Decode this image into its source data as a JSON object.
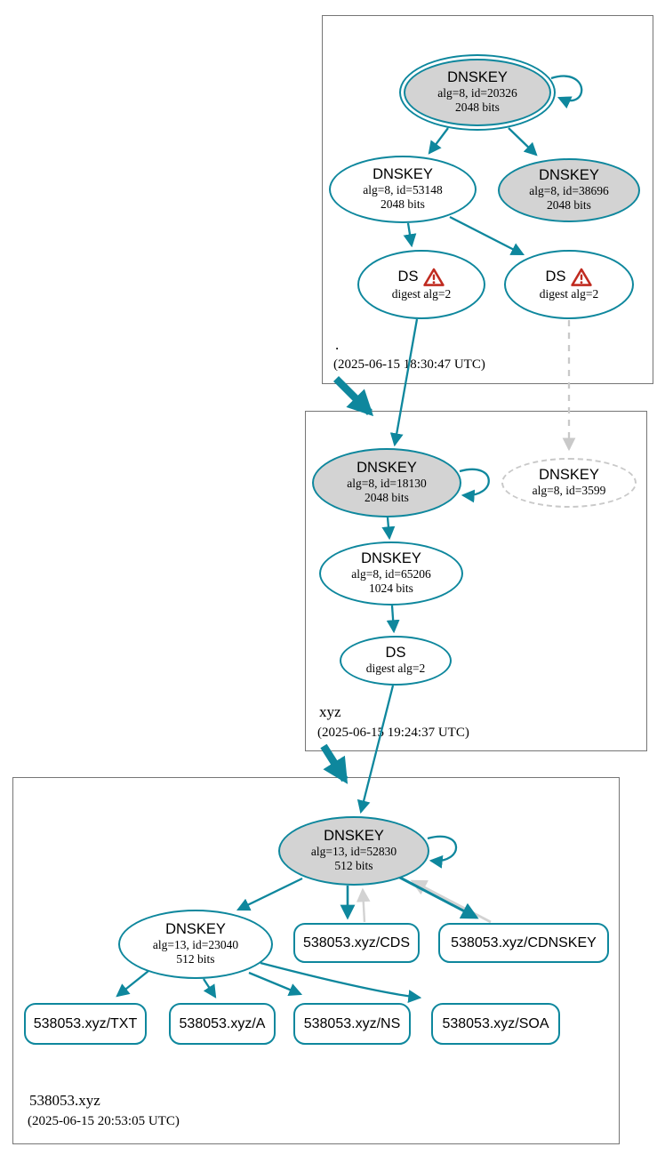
{
  "diagram_type": "dnssec-authentication-chain",
  "colors": {
    "accent_teal": "#0e879d",
    "node_fill_gray": "#d3d3d3",
    "dashed_gray": "#c9c9c9",
    "edge_gray": "#d2d2d2",
    "warning_red": "#c02b20",
    "zone_border_gray": "#757575"
  },
  "zones": [
    {
      "name": ".",
      "timestamp": "(2025-06-15 18:30:47 UTC)",
      "nodes": {
        "ksk": {
          "title": "DNSKEY",
          "alg": "alg=8, id=20326",
          "bits": "2048 bits"
        },
        "zsk": {
          "title": "DNSKEY",
          "alg": "alg=8, id=53148",
          "bits": "2048 bits"
        },
        "key38696": {
          "title": "DNSKEY",
          "alg": "alg=8, id=38696",
          "bits": "2048 bits"
        },
        "ds_left": {
          "title": "DS",
          "sub": "digest alg=2",
          "warning": true
        },
        "ds_right": {
          "title": "DS",
          "sub": "digest alg=2",
          "warning": true
        }
      }
    },
    {
      "name": "xyz",
      "timestamp": "(2025-06-15 19:24:37 UTC)",
      "nodes": {
        "ksk": {
          "title": "DNSKEY",
          "alg": "alg=8, id=18130",
          "bits": "2048 bits"
        },
        "key3599": {
          "title": "DNSKEY",
          "alg": "alg=8, id=3599"
        },
        "zsk": {
          "title": "DNSKEY",
          "alg": "alg=8, id=65206",
          "bits": "1024 bits"
        },
        "ds": {
          "title": "DS",
          "sub": "digest alg=2",
          "warning": false
        }
      }
    },
    {
      "name": "538053.xyz",
      "timestamp": "(2025-06-15 20:53:05 UTC)",
      "nodes": {
        "ksk": {
          "title": "DNSKEY",
          "alg": "alg=13, id=52830",
          "bits": "512 bits"
        },
        "zsk": {
          "title": "DNSKEY",
          "alg": "alg=13, id=23040",
          "bits": "512 bits"
        },
        "cds": {
          "label": "538053.xyz/CDS"
        },
        "cdnskey": {
          "label": "538053.xyz/CDNSKEY"
        },
        "txt": {
          "label": "538053.xyz/TXT"
        },
        "a": {
          "label": "538053.xyz/A"
        },
        "ns": {
          "label": "538053.xyz/NS"
        },
        "soa": {
          "label": "538053.xyz/SOA"
        }
      }
    }
  ]
}
